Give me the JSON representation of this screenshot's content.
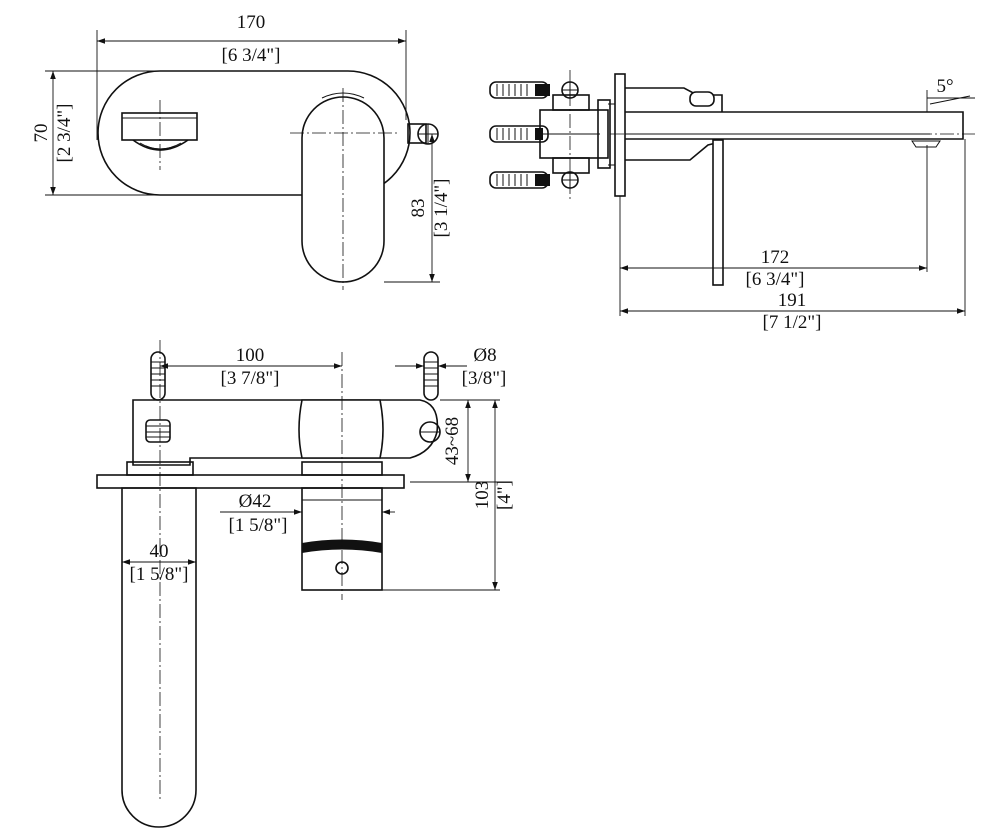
{
  "dimensions": {
    "front_width": "170",
    "front_width_in": "[6 3/4\"]",
    "front_height": "70",
    "front_height_in": "[2 3/4\"]",
    "lever_height": "83",
    "lever_height_in": "[3 1/4\"]",
    "spout_angle": "5°",
    "spout_reach": "172",
    "spout_reach_in": "[6 3/4\"]",
    "overall_depth": "191",
    "overall_depth_in": "[7 1/2\"]",
    "center_spacing": "100",
    "center_spacing_in": "[3 7/8\"]",
    "pipe_dia": "Ø8",
    "pipe_dia_in": "[3/8\"]",
    "wall_depth": "43~68",
    "total_height": "103",
    "total_height_in": "[4\"]",
    "handle_dia": "Ø42",
    "handle_dia_in": "[1 5/8\"]",
    "spout_width": "40",
    "spout_width_in": "[1 5/8\"]"
  },
  "colors": {
    "line": "#111111",
    "background": "#ffffff"
  }
}
